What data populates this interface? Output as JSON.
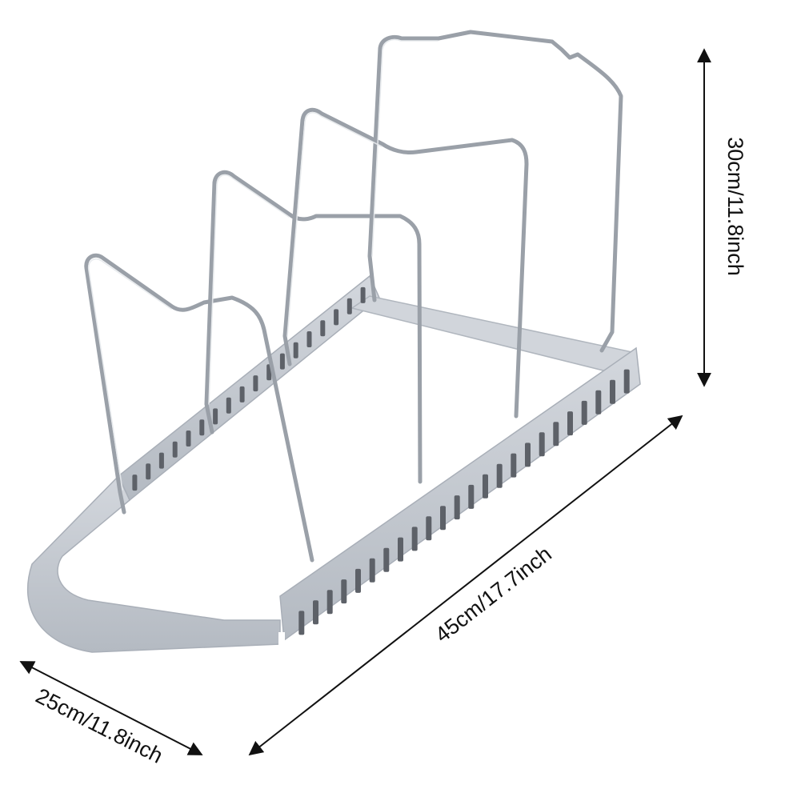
{
  "product": {
    "name": "pot lid organizer rack",
    "frame_color": "#c2c7ce",
    "frame_shadow": "#a9afb8",
    "slot_color": "#5d6168",
    "wire_color": "#9aa0a8"
  },
  "dimensions": {
    "height_label": "30cm/11.8inch",
    "length_label": "45cm/17.7inch",
    "width_label": "25cm/11.8inch"
  }
}
